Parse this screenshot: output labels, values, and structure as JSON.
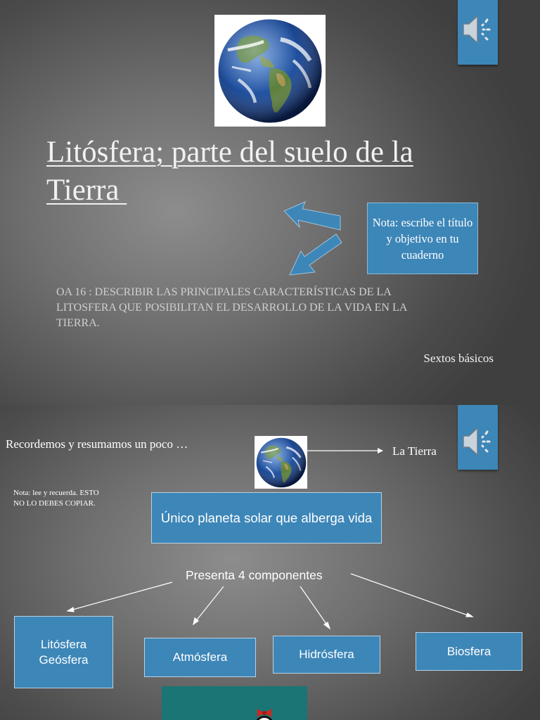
{
  "slide1": {
    "title_line1": "Litósfera; parte del suelo de la",
    "title_line2": "Tierra ",
    "note": "Nota: escribe el título y objetivo en tu cuaderno",
    "objective": "OA 16 : DESCRIBIR LAS PRINCIPALES CARACTERÍSTICAS DE LA LITOSFERA QUE POSIBILITAN EL DESARROLLO DE LA VIDA EN LA TIERRA.",
    "course": "Sextos básicos",
    "icons": {
      "globe": "earth-globe-image",
      "audio": "speaker-icon"
    }
  },
  "slide2": {
    "recall": "Recordemos y resumamos un poco …",
    "earth_label": "La Tierra",
    "small_note": "Nota: lee y recuerda. ESTO NO LO DEBES COPIAR.",
    "main_box": "Único planeta solar que alberga vida",
    "components_label": "Presenta 4 componentes",
    "components": [
      {
        "line1": "Litósfera",
        "line2": "Geósfera"
      },
      {
        "line1": "Atmósfera"
      },
      {
        "line1": "Hidrósfera"
      },
      {
        "line1": "Biosfera"
      }
    ]
  },
  "colors": {
    "box_blue": "#3d86b8",
    "teal": "#1b7575"
  }
}
